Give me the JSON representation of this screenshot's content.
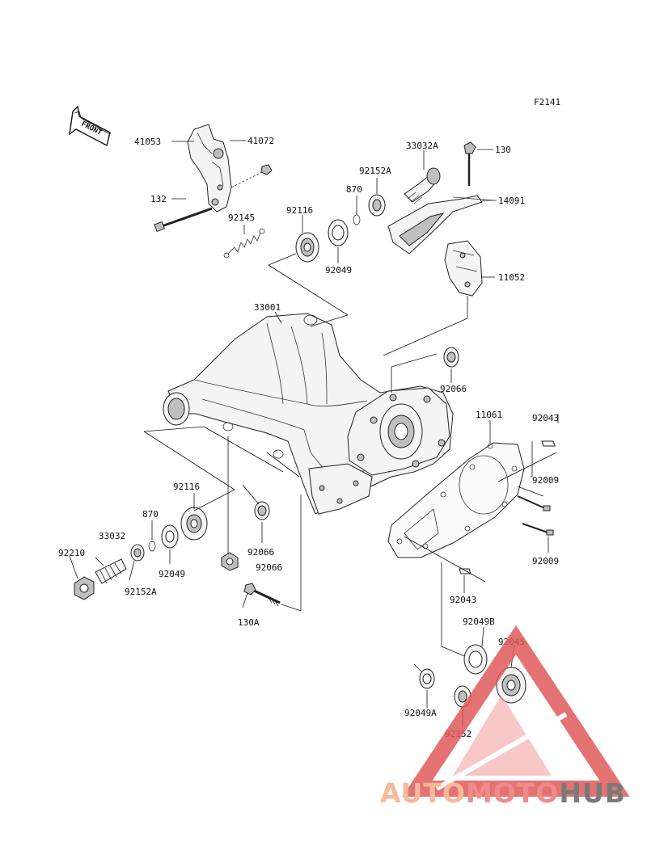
{
  "figure_code": "F2141",
  "front_marker": "FRONT",
  "watermark": {
    "part1": "AUTO",
    "part2": "MOTO",
    "part3": "HUB",
    "colors": {
      "triangle": "#e05a5a",
      "auto": "#f6b99a",
      "moto": "#f08b8b",
      "hub": "#7a7a7a"
    }
  },
  "part_labels": {
    "p41053": "41053",
    "p41072": "41072",
    "p132": "132",
    "p92145": "92145",
    "p92116_top": "92116",
    "p870_top": "870",
    "p92152A_top": "92152A",
    "p33032A": "33032A",
    "p130": "130",
    "p14091": "14091",
    "p92049_top": "92049",
    "p11052": "11052",
    "p33001": "33001",
    "p92066_top": "92066",
    "p11061": "11061",
    "p92043_top": "92043",
    "p92009_a": "92009",
    "p92116_bot": "92116",
    "p870_bot": "870",
    "p33032": "33032",
    "p92210": "92210",
    "p92049_bot": "92049",
    "p92152A_bot": "92152A",
    "p92066_mid": "92066",
    "p92066_bot": "92066",
    "p92009_b": "92009",
    "p130A": "130A",
    "p92043_bot": "92043",
    "p92049B": "92049B",
    "p92045": "92045",
    "p92049A": "92049A",
    "p92152": "92152"
  }
}
